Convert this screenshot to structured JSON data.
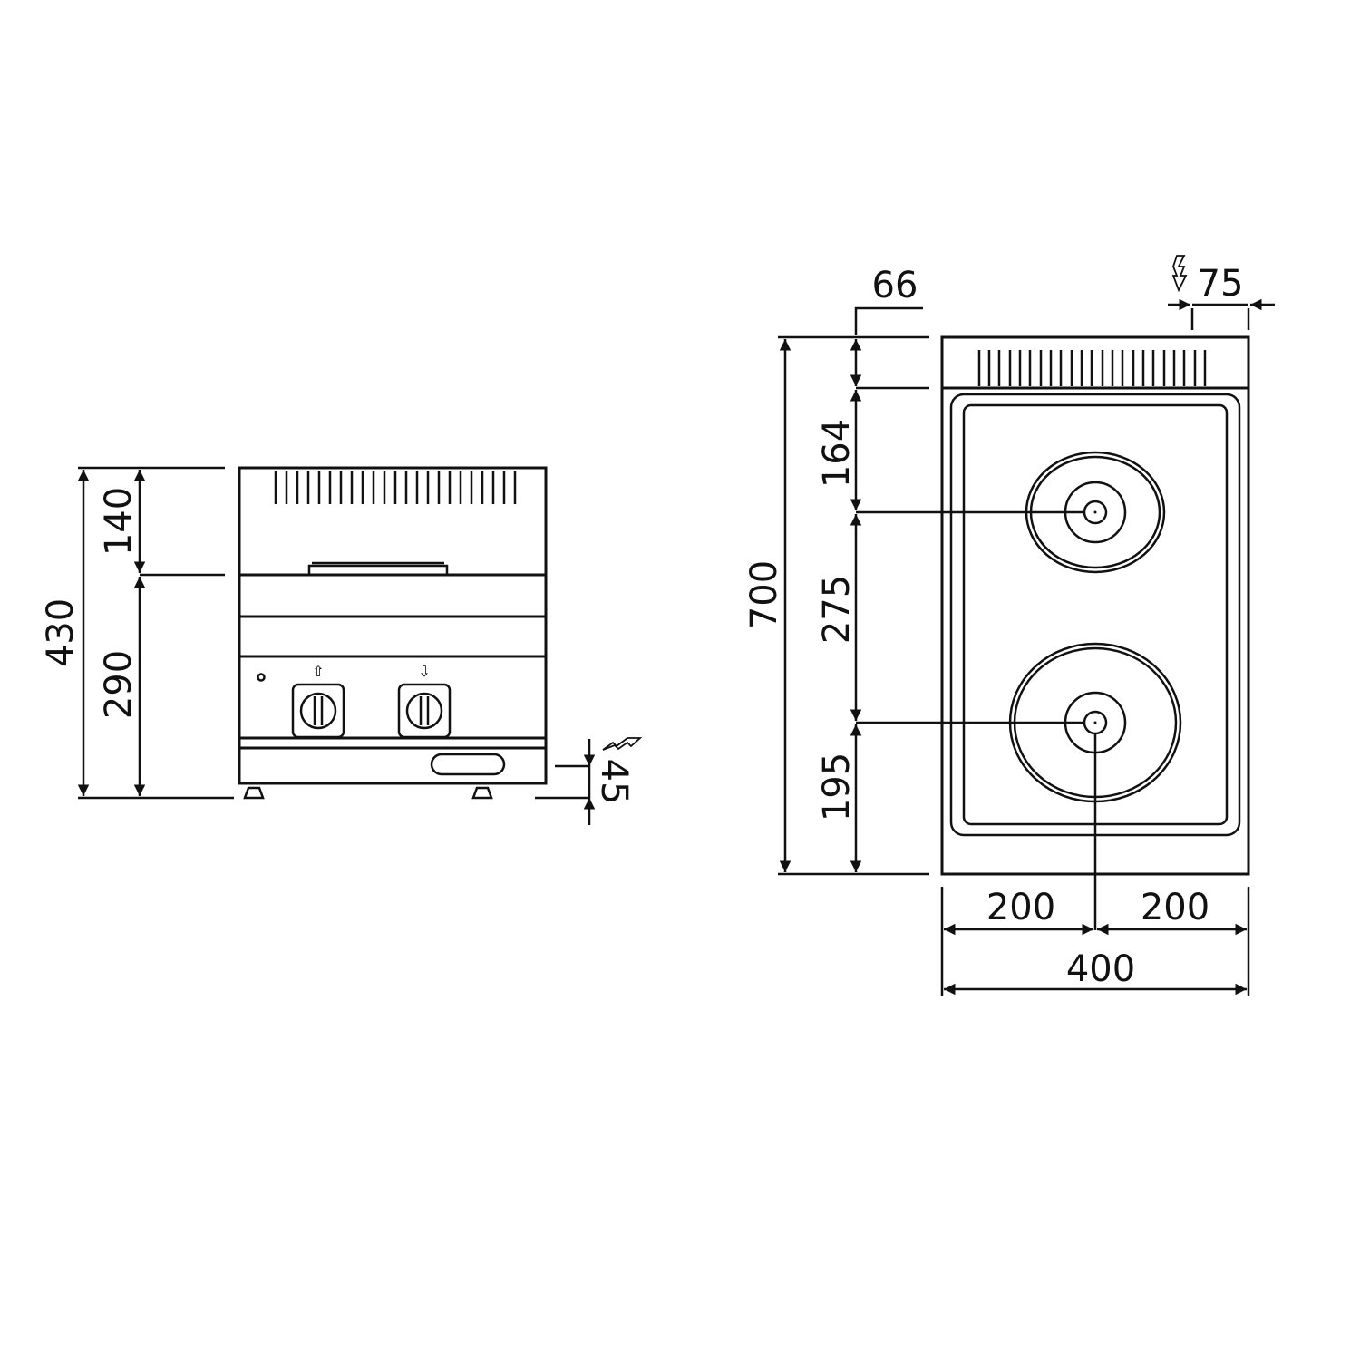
{
  "front_view": {
    "dims": {
      "total_height": "430",
      "upper_height": "140",
      "lower_height": "290",
      "feet_height": "45"
    },
    "controls": {
      "knob_left_arrow": "⇧",
      "knob_right_arrow": "⇩"
    }
  },
  "top_view": {
    "dims": {
      "depth_total": "700",
      "rear_strip": "66",
      "to_rear_burner": "164",
      "between_burners": "275",
      "front_burner_to_edge": "195",
      "power_inlet": "75",
      "half_width_left": "200",
      "half_width_right": "200",
      "total_width": "400"
    }
  },
  "symbols": {
    "electric": "electric-supply-symbol"
  }
}
